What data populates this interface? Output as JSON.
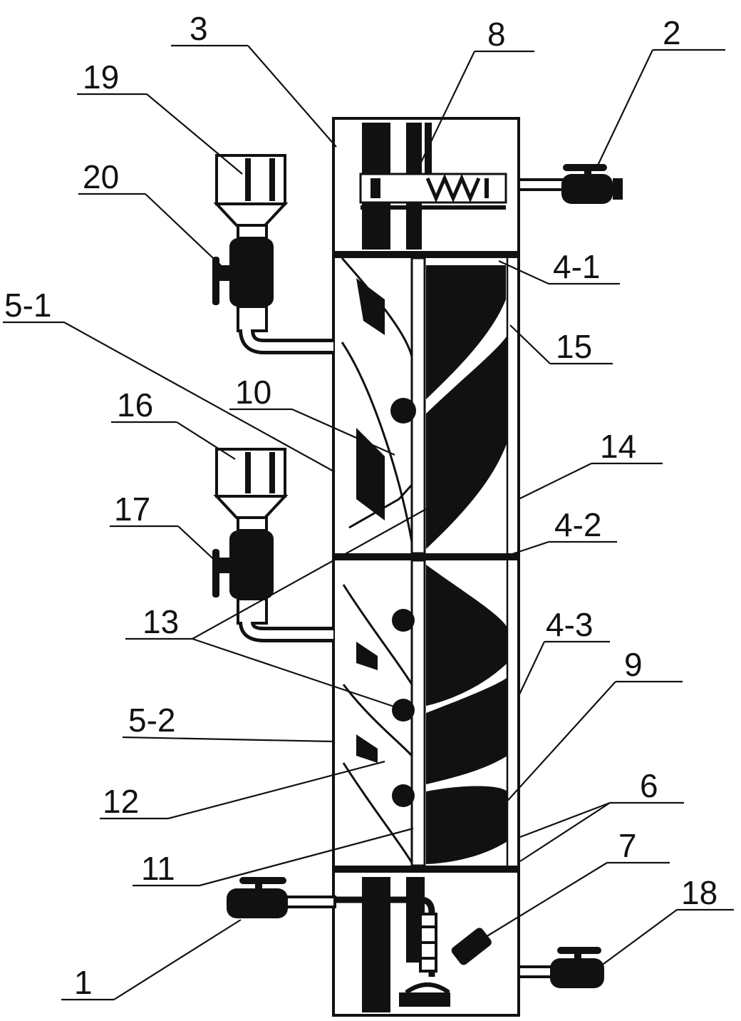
{
  "labels": {
    "l1": "1",
    "l2": "2",
    "l3": "3",
    "l4_1": "4-1",
    "l4_2": "4-2",
    "l4_3": "4-3",
    "l5_1": "5-1",
    "l5_2": "5-2",
    "l6": "6",
    "l7": "7",
    "l8": "8",
    "l9": "9",
    "l10": "10",
    "l11": "11",
    "l12": "12",
    "l13": "13",
    "l14": "14",
    "l15": "15",
    "l16": "16",
    "l17": "17",
    "l18": "18",
    "l19": "19",
    "l20": "20"
  },
  "colors": {
    "ink": "#111111",
    "paper": "#ffffff"
  }
}
